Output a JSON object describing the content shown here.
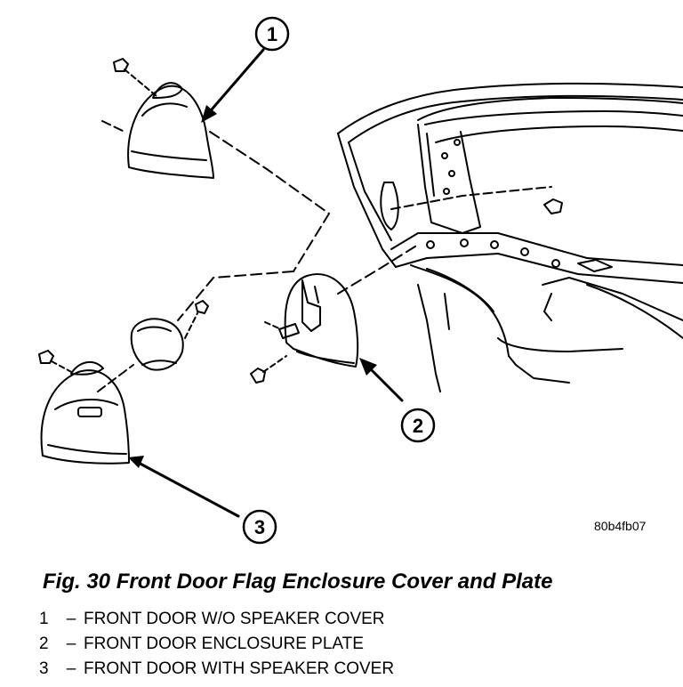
{
  "figure": {
    "code": "80b4fb07",
    "caption": "Fig. 30 Front Door Flag Enclosure Cover and Plate",
    "callouts": [
      "1",
      "2",
      "3"
    ]
  },
  "legend": [
    {
      "num": "1",
      "dash": "–",
      "text": "FRONT DOOR W/O SPEAKER COVER"
    },
    {
      "num": "2",
      "dash": "–",
      "text": "FRONT DOOR ENCLOSURE PLATE"
    },
    {
      "num": "3",
      "dash": "–",
      "text": "FRONT DOOR WITH SPEAKER COVER"
    }
  ]
}
